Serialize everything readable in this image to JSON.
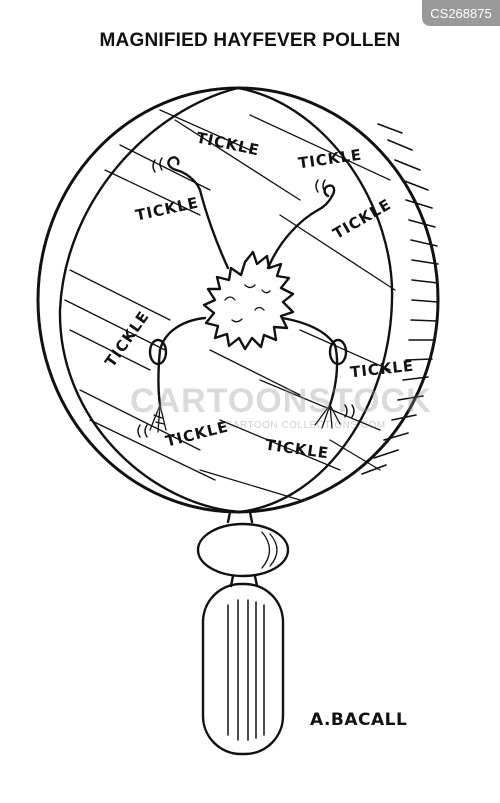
{
  "header": {
    "title": "MAGNIFIED HAYFEVER POLLEN",
    "badge": "CS268875"
  },
  "cartoon": {
    "tickles": [
      "TICKLE",
      "TICKLE",
      "TICKLE",
      "TICKLE",
      "TICKLE",
      "TICKLE",
      "TICKLE",
      "TICKLE"
    ],
    "signature": "A.BACALL",
    "watermark": "CARTOONSTOCK",
    "watermark_sub": "CARTOON COLLECTIONS.COM"
  }
}
